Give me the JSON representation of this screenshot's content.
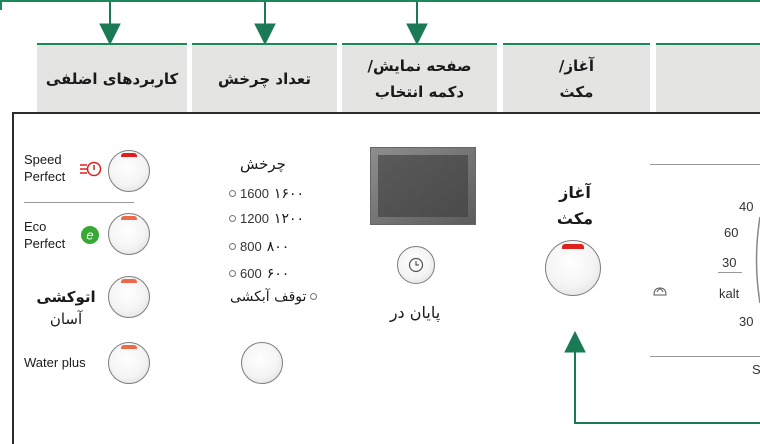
{
  "header": {
    "cells": [
      {
        "label": "کاربردهای اضلفی"
      },
      {
        "label": "تعداد چرخش"
      },
      {
        "label": "صفحه نمایش/ دکمه انتخاب"
      },
      {
        "label": "آغاز/ مکث"
      },
      {
        "label": ""
      }
    ]
  },
  "left_options": [
    {
      "line1": "Speed",
      "line2": "Perfect",
      "icon": "speed-timer-icon"
    },
    {
      "line1": "Eco",
      "line2": "Perfect",
      "icon": "eco-leaf-icon"
    },
    {
      "line1": "اتوکشی",
      "line2": "آسان"
    },
    {
      "line1": "Water plus"
    }
  ],
  "spin": {
    "title": "چرخش",
    "options": [
      {
        "value": "1600",
        "fa": "۱۶۰۰"
      },
      {
        "value": "1200",
        "fa": "۱۲۰۰"
      },
      {
        "value": "800",
        "fa": "۸۰۰"
      },
      {
        "value": "600",
        "fa": "۶۰۰"
      }
    ],
    "rinse_hold": "توقف آبکشی"
  },
  "end_time": {
    "label": "پایان در",
    "icon": "clock-icon"
  },
  "start": {
    "line1": "آغاز",
    "line2": "مکث"
  },
  "temperature": {
    "values": [
      "40",
      "60",
      "30",
      "kalt",
      "30"
    ],
    "partial_label": "S",
    "icon": "hand-wash-icon"
  },
  "colors": {
    "accent_green": "#1a8a5a",
    "indicator_red": "#e0201e",
    "indicator_orange": "#ec6a4a",
    "eco_green": "#38a836"
  }
}
